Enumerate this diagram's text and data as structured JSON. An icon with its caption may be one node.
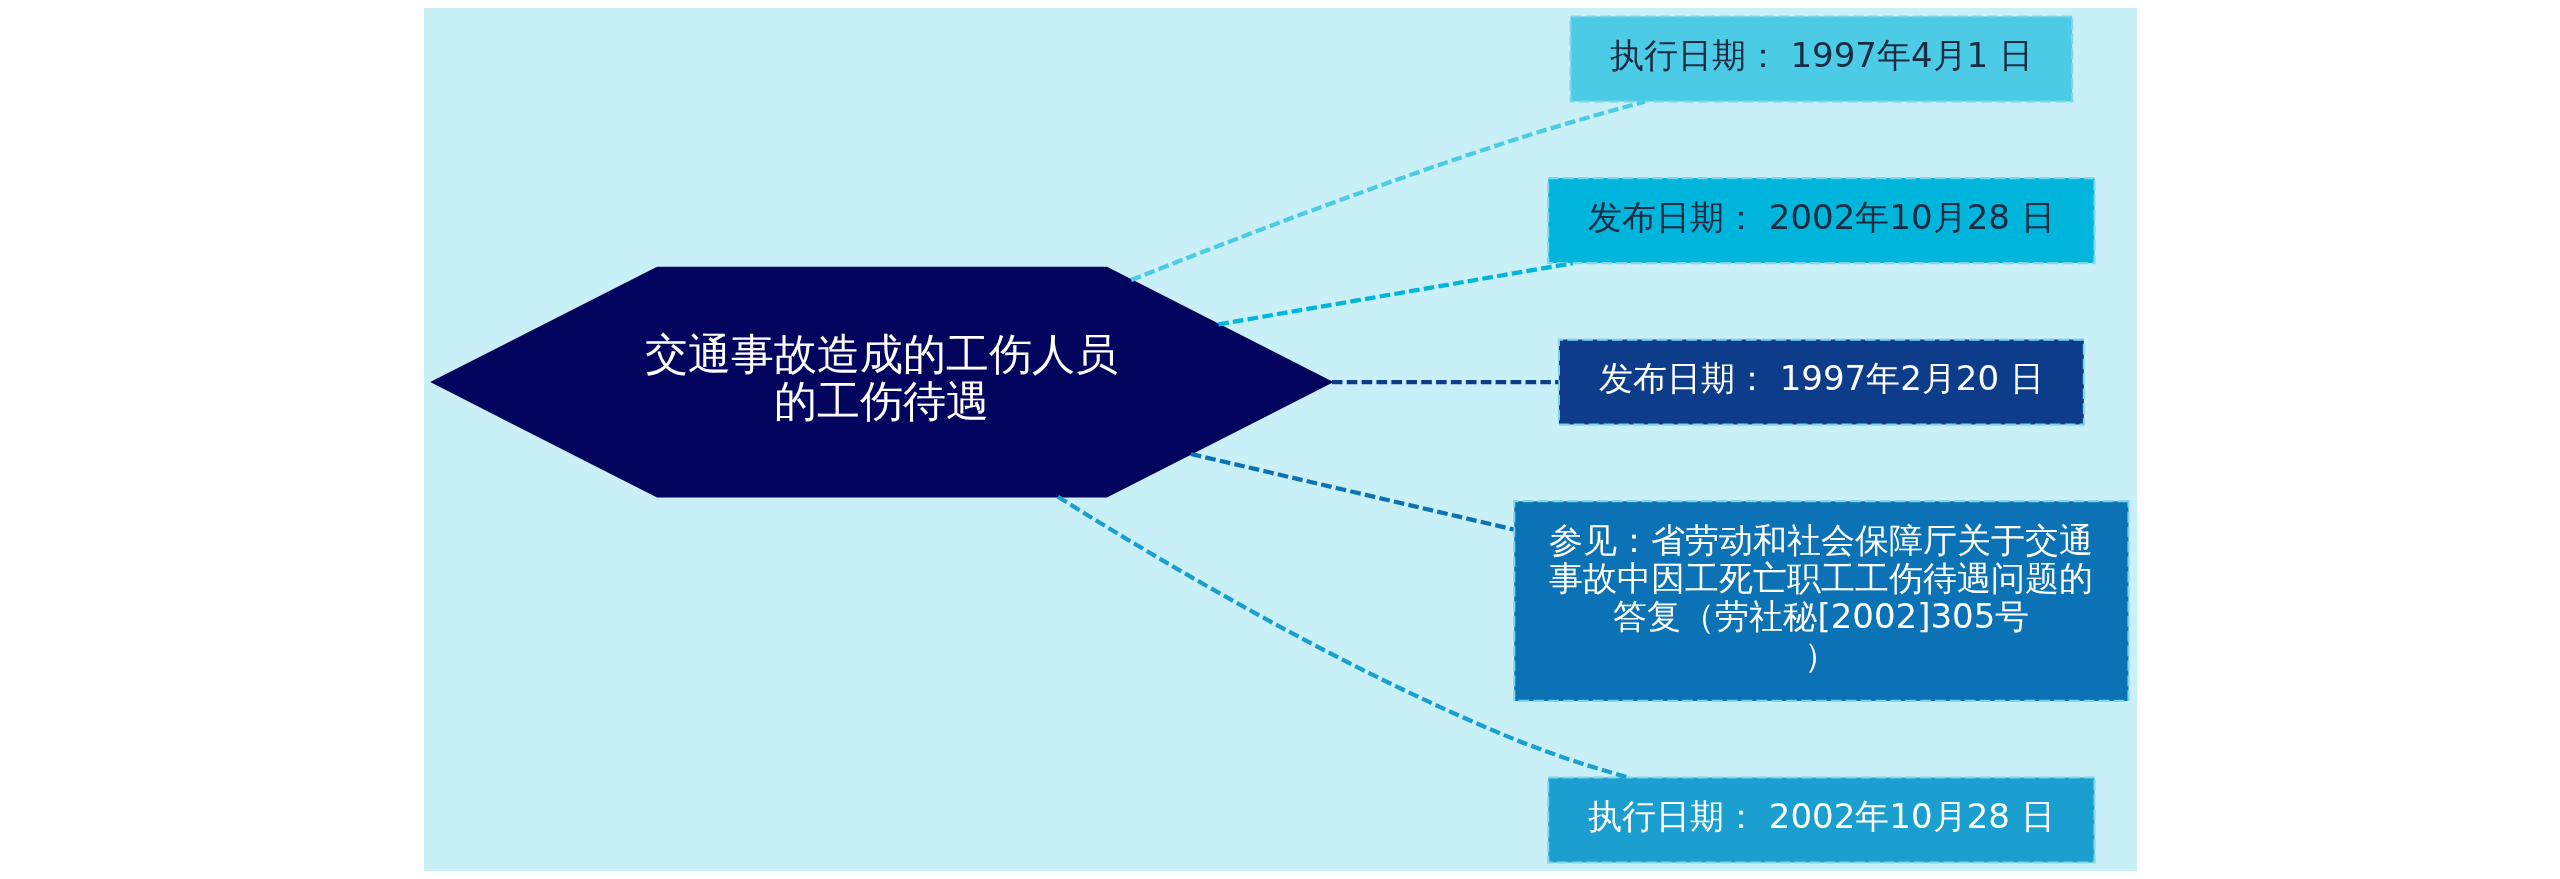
{
  "diagram": {
    "nodes": [
      {
        "text": [
          "交通事故造成的工伤人员的工伤待遇"
        ]
      },
      {
        "text": [
          "执行日期： 1997年4月1 日"
        ]
      },
      {
        "text": [
          "发布日期： 2002年10月28 日"
        ]
      },
      {
        "text": [
          "发布日期： 1997年2月20 日"
        ]
      },
      {
        "text": [
          "参见：省劳动和社会保障厅关于交通事故中因工死亡职工工伤待遇问题的答复（劳社秘[2002]305号）"
        ]
      },
      {
        "text": [
          "执行日期： 2002年10月28 日"
        ]
      }
    ],
    "edges": [
      {
        "from": 0,
        "to": 1,
        "arrow": "none",
        "style": "dashed",
        "color": "#4ccbe6"
      },
      {
        "from": 0,
        "to": 2,
        "arrow": "none",
        "style": "dashed",
        "color": "#00b5db"
      },
      {
        "from": 0,
        "to": 3,
        "arrow": "none",
        "style": "dashed",
        "color": "#0d3d8a"
      },
      {
        "from": 0,
        "to": 4,
        "arrow": "none",
        "style": "dashed",
        "color": "#0a72b5"
      },
      {
        "from": 0,
        "to": 5,
        "arrow": "none",
        "style": "dashed",
        "color": "#1a9fd0"
      }
    ]
  }
}
